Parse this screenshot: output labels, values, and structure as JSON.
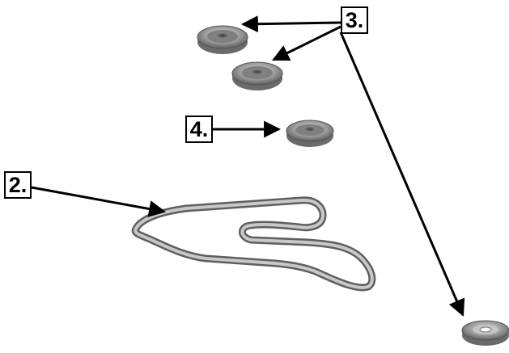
{
  "diagram": {
    "callouts": {
      "part3": "3.",
      "part4": "4.",
      "part2": "2."
    },
    "parts": {
      "pulley_count": 4,
      "belt_count": 1
    },
    "colors": {
      "pulley_metal": "#8a8a8a",
      "pulley_hub": "#5b5b5b",
      "belt_outer": "#6a6a6a",
      "belt_inner": "#c9c9c9",
      "arrow": "#000000"
    }
  }
}
